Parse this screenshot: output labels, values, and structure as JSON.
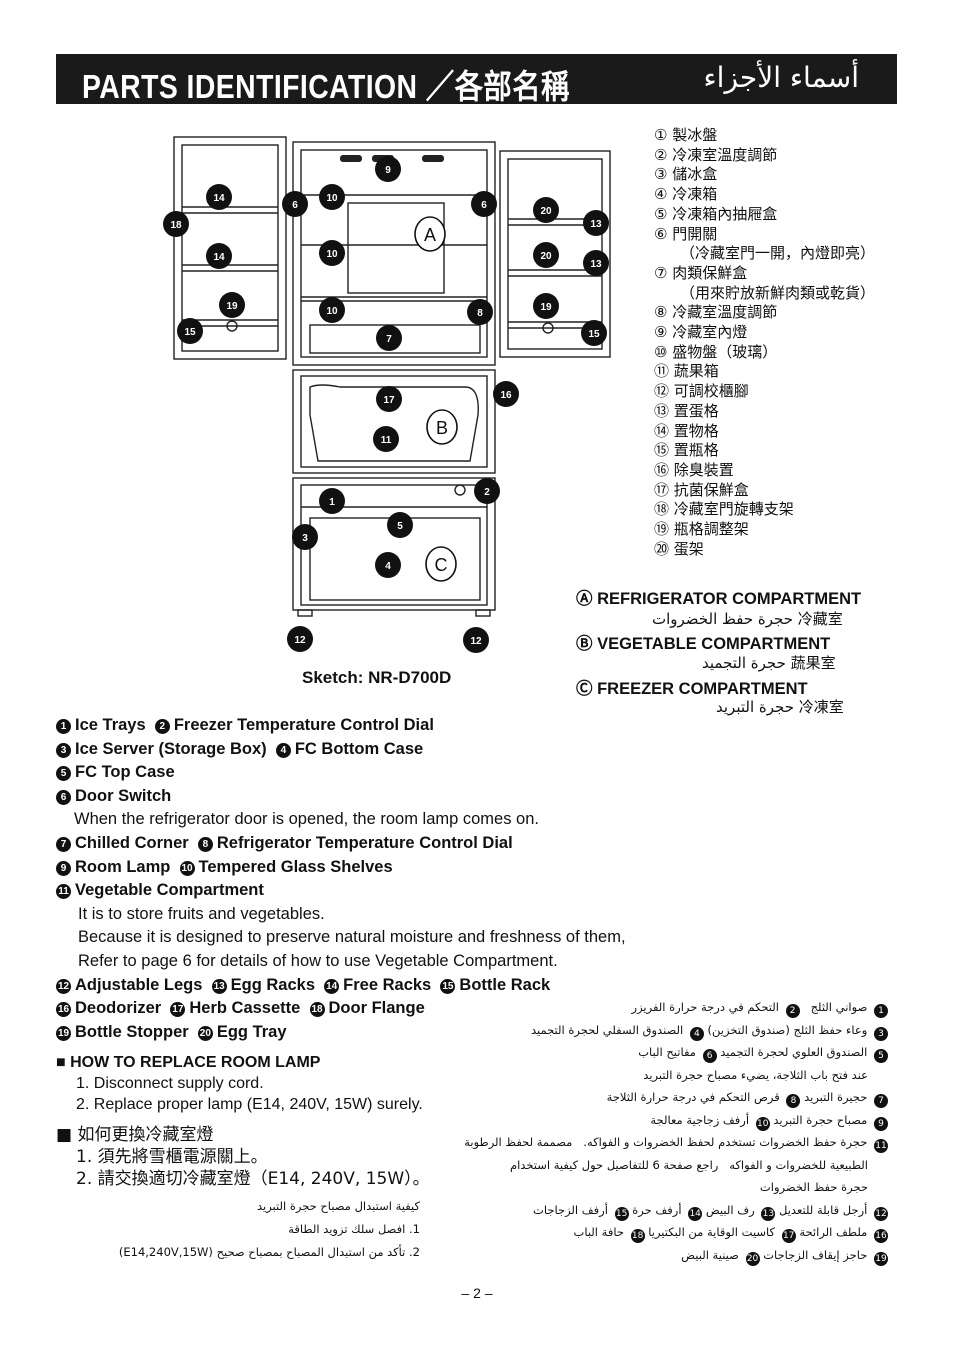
{
  "header": {
    "title_en": "PARTS IDENTIFICATION ／各部名稱",
    "title_ar": "أسماء الأجزاء"
  },
  "diagram": {
    "callouts": [
      "1",
      "2",
      "3",
      "4",
      "5",
      "6",
      "7",
      "8",
      "9",
      "10",
      "11",
      "12",
      "13",
      "14",
      "15",
      "16",
      "17",
      "19",
      "18",
      "20"
    ],
    "letters": [
      "A",
      "B",
      "C"
    ]
  },
  "cn_list": [
    "① 製冰盤",
    "② 冷凍室溫度調節",
    "③ 儲冰盒",
    "④ 冷凍箱",
    "⑤ 冷凍箱內抽屜盒",
    "⑥ 門開關",
    "（冷藏室門一開，內燈即亮）",
    "⑦ 肉類保鮮盒",
    "（用來貯放新鮮肉類或乾貨）",
    "⑧ 冷藏室溫度調節",
    "⑨ 冷藏室內燈",
    "⑩ 盛物盤（玻璃）",
    "⑪ 蔬果箱",
    "⑫ 可調校櫃腳",
    "⑬ 置蛋格",
    "⑭ 置物格",
    "⑮ 置瓶格",
    "⑯ 除臭裝置",
    "⑰ 抗菌保鮮盒",
    "⑱ 冷藏室門旋轉支架",
    "⑲ 瓶格調整架",
    "⑳ 蛋架"
  ],
  "compartments": [
    {
      "title": "Ⓐ REFRIGERATOR COMPARTMENT",
      "sub": "حجرة حفظ الخضروات  冷藏室"
    },
    {
      "title": "Ⓑ VEGETABLE COMPARTMENT",
      "sub": "حجرة التجميد  蔬果室"
    },
    {
      "title": "Ⓒ FREEZER COMPARTMENT",
      "sub": "حجرة التبريد  冷凍室"
    }
  ],
  "sketch_caption": "Sketch: NR-D700D",
  "parts": {
    "p1": "Ice Trays",
    "p2": "Freezer Temperature Control Dial",
    "p3": "Ice Server (Storage Box)",
    "p4": "FC Bottom Case",
    "p5": "FC Top Case",
    "p6": "Door Switch",
    "p6_note": "When the refrigerator door is opened, the room lamp comes on.",
    "p7": "Chilled Corner",
    "p8": "Refrigerator Temperature Control Dial",
    "p9": "Room Lamp",
    "p10": "Tempered Glass Shelves",
    "p11": "Vegetable Compartment",
    "p11_note1": "It is to store fruits and vegetables.",
    "p11_note2": "Because it is designed to preserve natural moisture and freshness of them,",
    "p11_note3": "Refer to page 6 for details of how to use Vegetable Compartment.",
    "p12": "Adjustable Legs",
    "p13": "Egg Racks",
    "p14": "Free Racks",
    "p15": "Bottle Rack",
    "p16": "Deodorizer",
    "p17": "Herb Cassette",
    "p18": "Door Flange",
    "p19": "Bottle Stopper",
    "p20": "Egg Tray"
  },
  "howto": {
    "heading": "■ HOW TO REPLACE ROOM LAMP",
    "step1": "1. Disconnect supply cord.",
    "step2": "2. Replace proper lamp (E14, 240V, 15W) surely."
  },
  "cn_howto": {
    "heading": "■  如何更換冷藏室燈",
    "step1": "1. 須先將雪櫃電源關上。",
    "step2": "2. 請交換適切冷藏室燈（E14, 240V, 15W）。"
  },
  "ar_howto": {
    "heading": "كيفية استبدال مصباح حجرة التبريد",
    "step1": "1. افصل سلك تزويد الطاقة",
    "step2": "2. تأكد من استبدال المصباح بمصباح صحيح (E14,240V,15W)"
  },
  "ar_list": [
    {
      "n1": "1",
      "t1": "صواني الثلج",
      "n2": "2",
      "t2": "التحكم في درجة حرارة الفريزر"
    },
    {
      "n1": "3",
      "t1": "وعاء حفظ الثلج (صندوق التخزين)",
      "n2": "4",
      "t2": "الصندوق السفلي لحجرة التجميد"
    },
    {
      "n1": "5",
      "t1": "الصندوق العلوي لحجرة التجميد",
      "n2": "6",
      "t2": "مفاتيح الباب"
    },
    {
      "n1": "",
      "t1": "عند فتح باب الثلاجة، يضيء مصباح حجرة التبريد",
      "n2": "",
      "t2": ""
    },
    {
      "n1": "7",
      "t1": "حجيرة التبريد",
      "n2": "8",
      "t2": "قرص التحكم في درجة حرارة الثلاجة"
    },
    {
      "n1": "9",
      "t1": "مصباح حجرة التبريد",
      "n2": "10",
      "t2": "أرفف زجاجية معالجة"
    },
    {
      "n1": "11",
      "t1": "حجرة حفظ الخضروات  تستخدم لحفظ الخضروات و الفواكه.",
      "n2": "",
      "t2": "مصممة لحفظ الرطوبة"
    },
    {
      "n1": "",
      "t1": "الطبيعية  للخضروات و الفواكه",
      "n2": "",
      "t2": "راجع صفحة 6 للتفاصيل حول كيفية استخدام"
    },
    {
      "n1": "",
      "t1": "حجرة حفظ الخضروات",
      "n2": "",
      "t2": ""
    },
    {
      "n1": "12",
      "t1": "أرجل قابلة للتعديل",
      "n2": "13",
      "t2": "رف البيض",
      "n3": "14",
      "t3": "أرفف حرة",
      "n4": "15",
      "t4": "أرفف الزجاجات"
    },
    {
      "n1": "16",
      "t1": "ملطف الرائحة",
      "n2": "17",
      "t2": "كاسيت الوقاية من البكتيريا",
      "n3": "18",
      "t3": "حافة الباب"
    },
    {
      "n1": "19",
      "t1": "حاجز إيقاف الزجاجات",
      "n2": "20",
      "t2": "صينية البيض"
    }
  ],
  "page_number": "– 2 –"
}
